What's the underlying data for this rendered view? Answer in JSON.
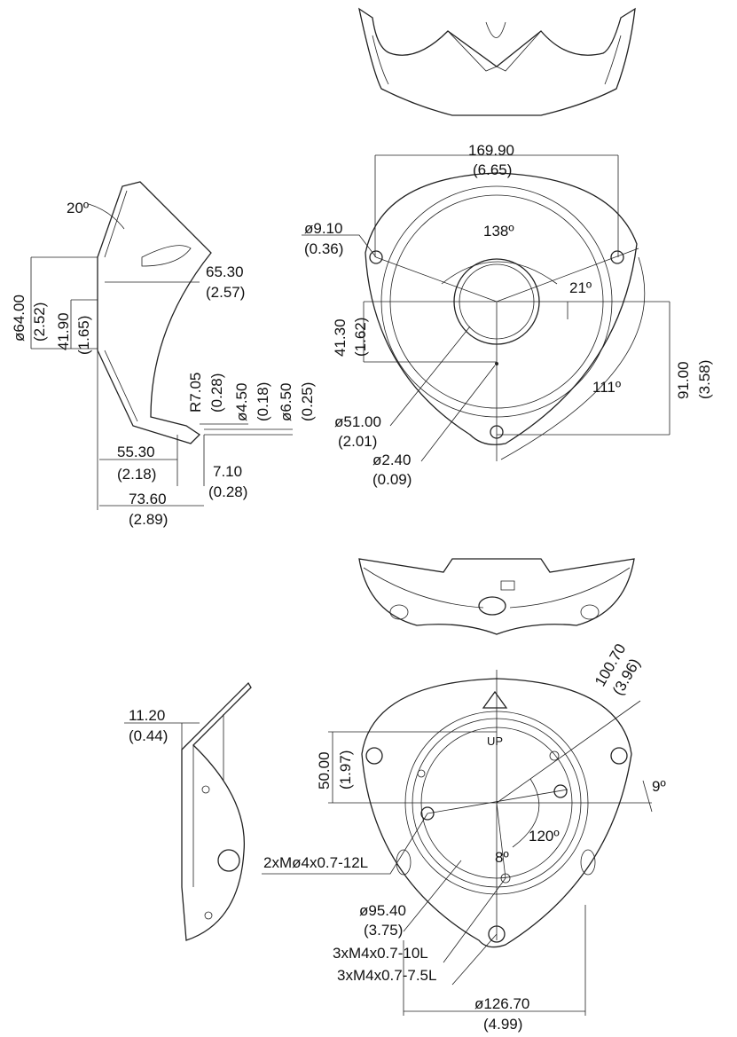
{
  "side_view_top": {
    "angle": "20º",
    "dia_outer": "ø64.00",
    "dia_outer_in": "(2.52)",
    "height_inner": "41.90",
    "height_inner_in": "(1.65)",
    "depth": "65.30",
    "depth_in": "(2.57)",
    "radius": "R7.05",
    "radius_in": "(0.28)",
    "dia_small": "ø4.50",
    "dia_small_in": "(0.18)",
    "dia_med": "ø6.50",
    "dia_med_in": "(0.25)",
    "width_inner": "55.30",
    "width_inner_in": "(2.18)",
    "lip": "7.10",
    "lip_in": "(0.28)",
    "width_total": "73.60",
    "width_total_in": "(2.89)"
  },
  "top_view": {
    "width": "169.90",
    "width_in": "(6.65)",
    "hole_dia": "ø9.10",
    "hole_dia_in": "(0.36)",
    "angle_main": "138º",
    "angle_small": "21º",
    "offset": "41.30",
    "offset_in": "(1.62)",
    "height": "91.00",
    "height_in": "(3.58)",
    "angle_side": "111º",
    "center_dia": "ø51.00",
    "center_dia_in": "(2.01)",
    "pin_dia": "ø2.40",
    "pin_dia_in": "(0.09)"
  },
  "bottom_view": {
    "flange": "11.20",
    "flange_in": "(0.44)",
    "radius_dist": "100.70",
    "radius_dist_in": "(3.96)",
    "offset": "50.00",
    "offset_in": "(1.97)",
    "up_mark": "UP",
    "angle_tilt": "9º",
    "angle_holes": "120º",
    "angle_small": "8º",
    "thread_a": "2xMø4x0.7-12L",
    "circle_dia": "ø95.40",
    "circle_dia_in": "(3.75)",
    "thread_b": "3xM4x0.7-10L",
    "thread_c": "3xM4x0.7-7.5L",
    "base_dia": "ø126.70",
    "base_dia_in": "(4.99)"
  }
}
